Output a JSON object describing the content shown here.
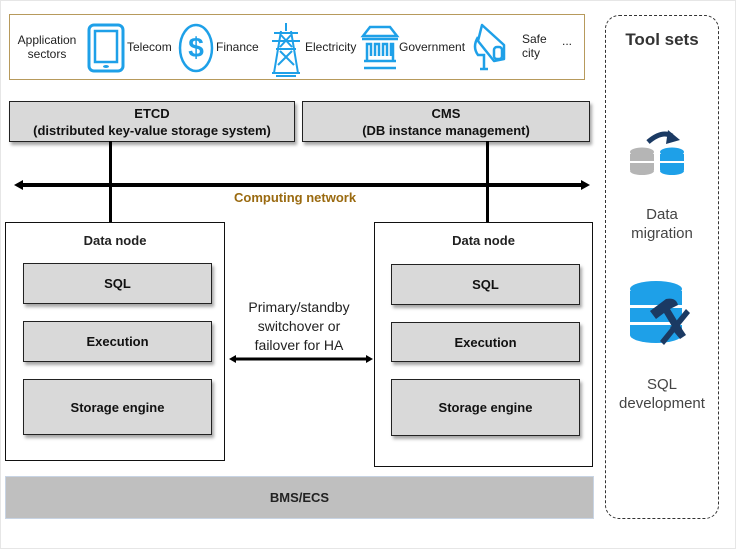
{
  "sectors": {
    "label": "Application sectors",
    "label_lines": [
      "Application",
      "sectors"
    ],
    "items": [
      {
        "icon": "tablet-icon",
        "label": "Telecom"
      },
      {
        "icon": "dollar-icon",
        "label": "Finance"
      },
      {
        "icon": "power-tower-icon",
        "label": "Electricity"
      },
      {
        "icon": "government-building-icon",
        "label": "Government"
      },
      {
        "icon": "surveillance-camera-icon",
        "label_lines": [
          "Safe",
          "city"
        ]
      }
    ],
    "more": "..."
  },
  "etcd": {
    "title": "ETCD",
    "subtitle": "(distributed key-value storage system)"
  },
  "cms": {
    "title": "CMS",
    "subtitle": "(DB instance management)"
  },
  "network": {
    "label": "Computing network"
  },
  "data_nodes": [
    {
      "title": "Data node",
      "layers": [
        "SQL",
        "Execution",
        "Storage engine"
      ]
    },
    {
      "title": "Data node",
      "layers": [
        "SQL",
        "Execution",
        "Storage engine"
      ]
    }
  ],
  "ha": {
    "lines": [
      "Primary/standby",
      "switchover or",
      "failover for HA"
    ]
  },
  "infra": {
    "label": "BMS/ECS"
  },
  "toolsets": {
    "title": "Tool sets",
    "items": [
      {
        "icon": "data-migration-icon",
        "label_lines": [
          "Data",
          "migration"
        ]
      },
      {
        "icon": "sql-development-icon",
        "label_lines": [
          "SQL",
          "development"
        ]
      }
    ]
  },
  "colors": {
    "accent_blue": "#1ea0e8",
    "network_label": "#9a6a10",
    "tool_dark": "#1b3a63",
    "sector_border": "#b79a5c"
  }
}
